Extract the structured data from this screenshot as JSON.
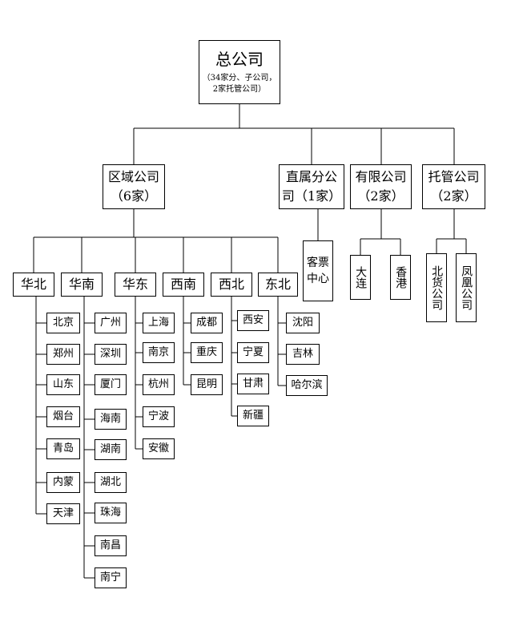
{
  "root": {
    "title": "总公司",
    "note_line1": "（34家分、子公司，",
    "note_line2": "2家托管公司）"
  },
  "level1": {
    "regional": {
      "line1": "区域公司",
      "line2": "（6家）"
    },
    "direct": {
      "line1": "直属分公",
      "line2": "司（1家）"
    },
    "limited": {
      "line1": "有限公司",
      "line2": "（2家）"
    },
    "custody": {
      "line1": "托管公司",
      "line2": "（2家）"
    }
  },
  "regions": [
    {
      "name": "华北",
      "cities": [
        "北京",
        "郑州",
        "山东",
        "烟台",
        "青岛",
        "内蒙",
        "天津"
      ]
    },
    {
      "name": "华南",
      "cities": [
        "广州",
        "深圳",
        "厦门",
        "海南",
        "湖南",
        "湖北",
        "珠海",
        "南昌",
        "南宁"
      ]
    },
    {
      "name": "华东",
      "cities": [
        "上海",
        "南京",
        "杭州",
        "宁波",
        "安徽"
      ]
    },
    {
      "name": "西南",
      "cities": [
        "成都",
        "重庆",
        "昆明"
      ]
    },
    {
      "name": "西北",
      "cities": [
        "西安",
        "宁夏",
        "甘肃",
        "新疆"
      ]
    },
    {
      "name": "东北",
      "cities": [
        "沈阳",
        "吉林",
        "哈尔滨"
      ]
    }
  ],
  "direct_children": [
    {
      "line1": "客票",
      "line2": "中心"
    }
  ],
  "limited_children": [
    {
      "text": "大连"
    },
    {
      "text": "香港"
    }
  ],
  "custody_children": [
    {
      "text": "北货公司"
    },
    {
      "text": "凤凰公司"
    }
  ]
}
